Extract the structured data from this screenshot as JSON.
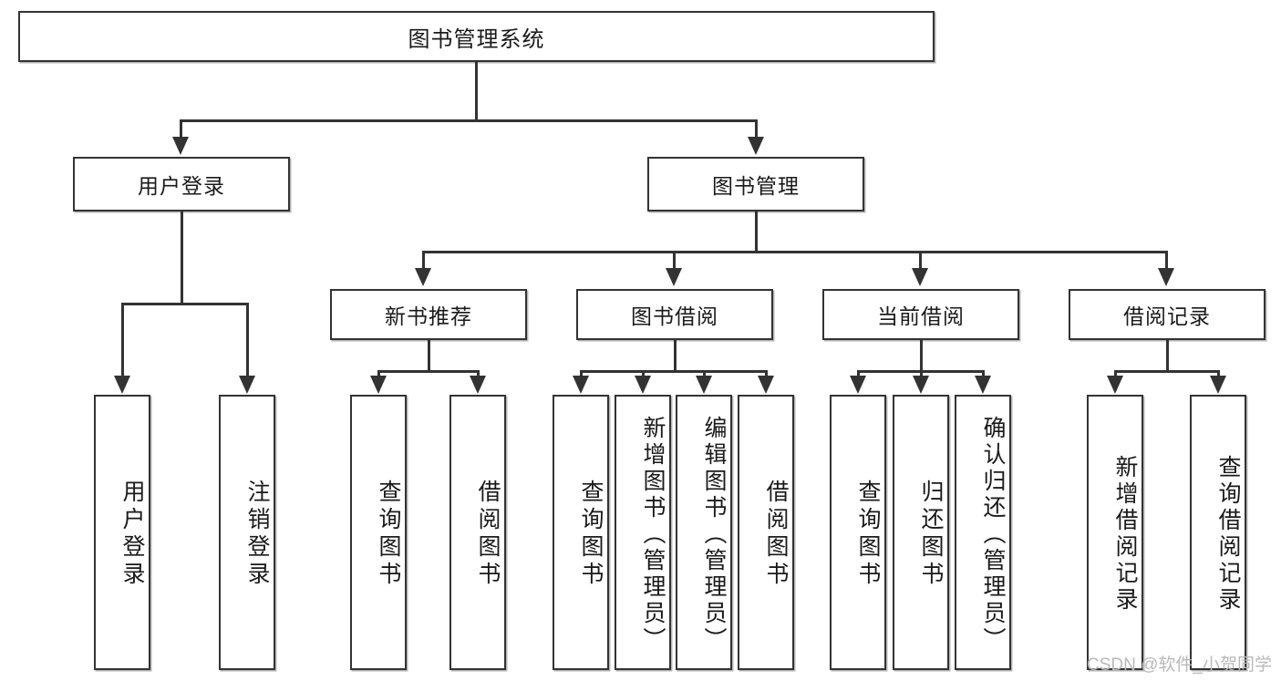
{
  "diagram": {
    "type": "tree",
    "title": "图书管理系统",
    "root": {
      "label": "图书管理系统"
    },
    "level2": [
      {
        "label": "用户登录"
      },
      {
        "label": "图书管理"
      }
    ],
    "level3": [
      {
        "label": "新书推荐"
      },
      {
        "label": "图书借阅"
      },
      {
        "label": "当前借阅"
      },
      {
        "label": "借阅记录"
      }
    ],
    "leaves": {
      "user_login": [
        {
          "label": "用户登录"
        },
        {
          "label": "注销登录"
        }
      ],
      "new_book_recommend": [
        {
          "label": "查询图书"
        },
        {
          "label": "借阅图书"
        }
      ],
      "book_borrow": [
        {
          "label": "查询图书"
        },
        {
          "label": "新增图书（管理员）"
        },
        {
          "label": "编辑图书（管理员）"
        },
        {
          "label": "借阅图书"
        }
      ],
      "current_borrow": [
        {
          "label": "查询图书"
        },
        {
          "label": "归还图书"
        },
        {
          "label": "确认归还（管理员）"
        }
      ],
      "borrow_record": [
        {
          "label": "新增借阅记录"
        },
        {
          "label": "查询借阅记录"
        }
      ]
    }
  },
  "watermark": {
    "text": "CSDN @软件_小贺同学"
  },
  "colors": {
    "stroke": "#333333",
    "fill": "#ffffff",
    "text": "#1a1a1a",
    "watermark": "#b9b9b9"
  }
}
